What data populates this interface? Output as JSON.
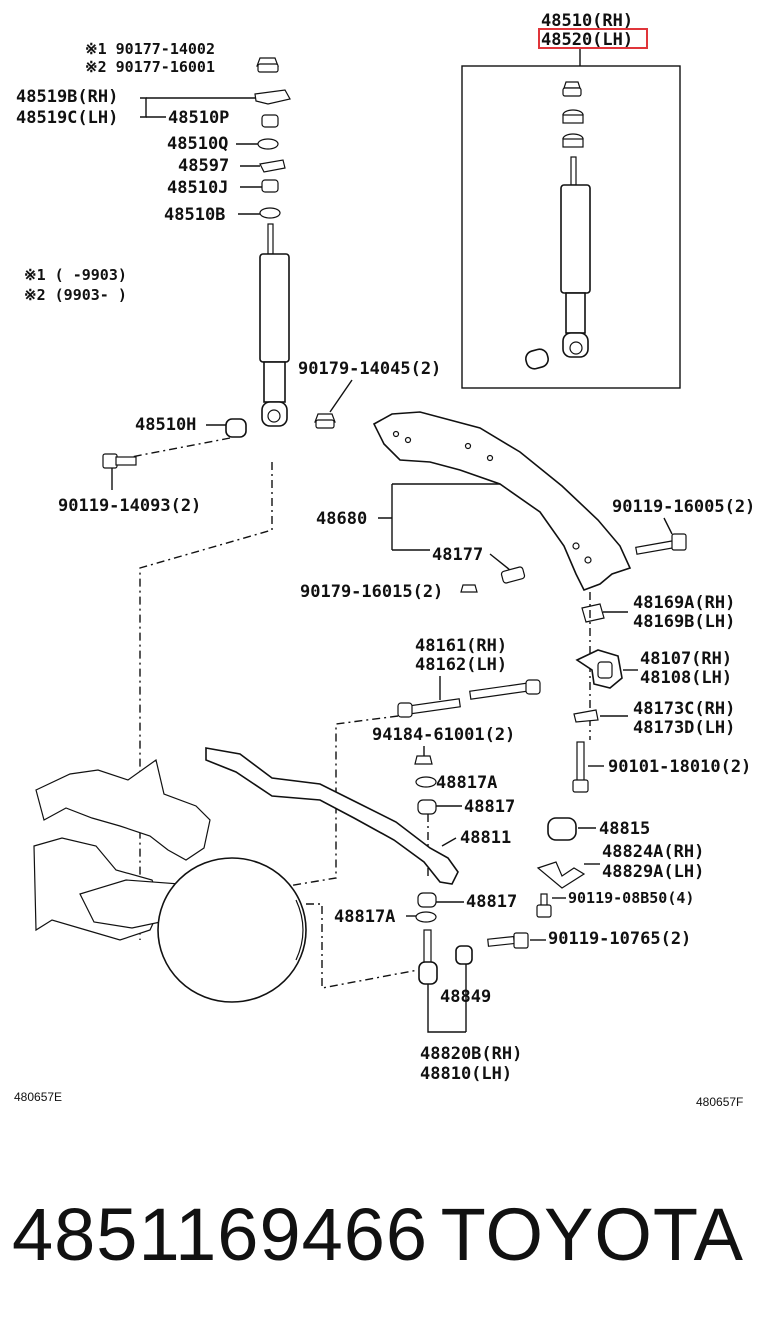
{
  "labels": {
    "shock_rh": "48510(RH)",
    "shock_lh": "48520(LH)",
    "note1": "※1 90177-14002",
    "note2": "※2 90177-16001",
    "p48519b": "48519B(RH)",
    "p48519c": "48519C(LH)",
    "p48510p": "48510P",
    "p48510q": "48510Q",
    "p48597": "48597",
    "p48510j": "48510J",
    "p48510b": "48510B",
    "range1": "※1 (     -9903)",
    "range2": "※2 (9903-      )",
    "p90179_14045": "90179-14045(2)",
    "p48510h": "48510H",
    "p90119_14093": "90119-14093(2)",
    "p48680": "48680",
    "p90119_16005": "90119-16005(2)",
    "p48177": "48177",
    "p90179_16015": "90179-16015(2)",
    "p48169a": "48169A(RH)",
    "p48169b": "48169B(LH)",
    "p48161": "48161(RH)",
    "p48162": "48162(LH)",
    "p48107": "48107(RH)",
    "p48108": "48108(LH)",
    "p48173c": "48173C(RH)",
    "p48173d": "48173D(LH)",
    "p94184": "94184-61001(2)",
    "p90101": "90101-18010(2)",
    "p48817a_top": "48817A",
    "p48817_top": "48817",
    "p48811": "48811",
    "p48815": "48815",
    "p48824a": "48824A(RH)",
    "p48829a": "48829A(LH)",
    "p48817_bot": "48817",
    "p90119_08b50": "90119-08B50(4)",
    "p48817a_bot": "48817A",
    "p90119_10765": "90119-10765(2)",
    "p48849": "48849",
    "p48820b": "48820B(RH)",
    "p48810": "48810(LH)",
    "code_left": "480657E",
    "code_right": "480657F"
  },
  "footer": {
    "part_number": "4851169466",
    "brand": "TOYOTA"
  },
  "colors": {
    "highlight": "#e0353a",
    "ink": "#111111"
  }
}
